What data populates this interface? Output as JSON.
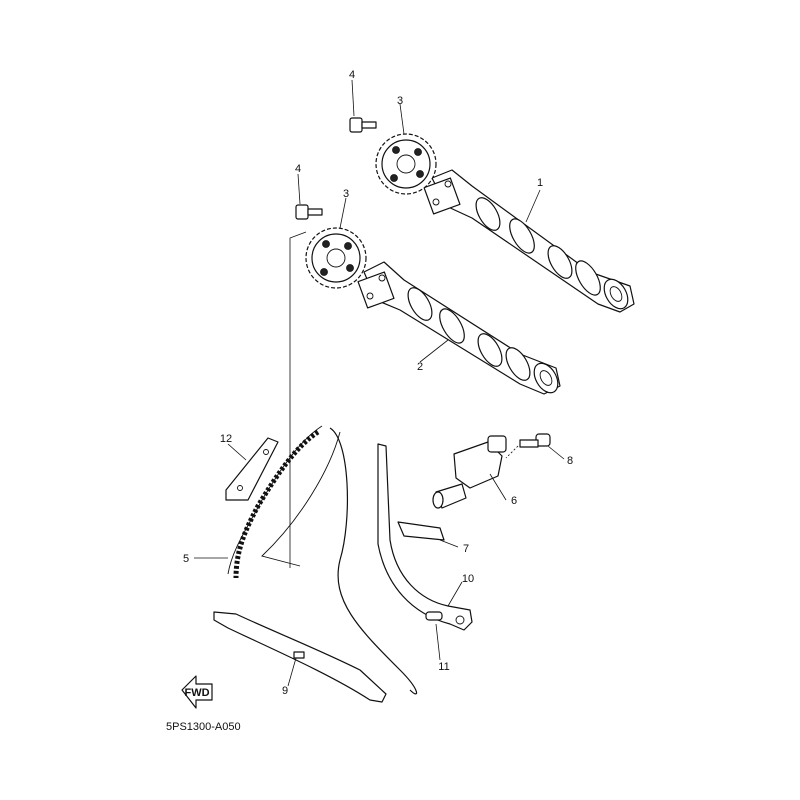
{
  "diagram": {
    "code": "5PS1300-A050",
    "fwd_label": "FWD",
    "callouts": {
      "c1": "1",
      "c2": "2",
      "c3a": "3",
      "c3b": "3",
      "c4a": "4",
      "c4b": "4",
      "c5": "5",
      "c6": "6",
      "c7": "7",
      "c8": "8",
      "c9": "9",
      "c10": "10",
      "c11": "11",
      "c12": "12"
    }
  }
}
